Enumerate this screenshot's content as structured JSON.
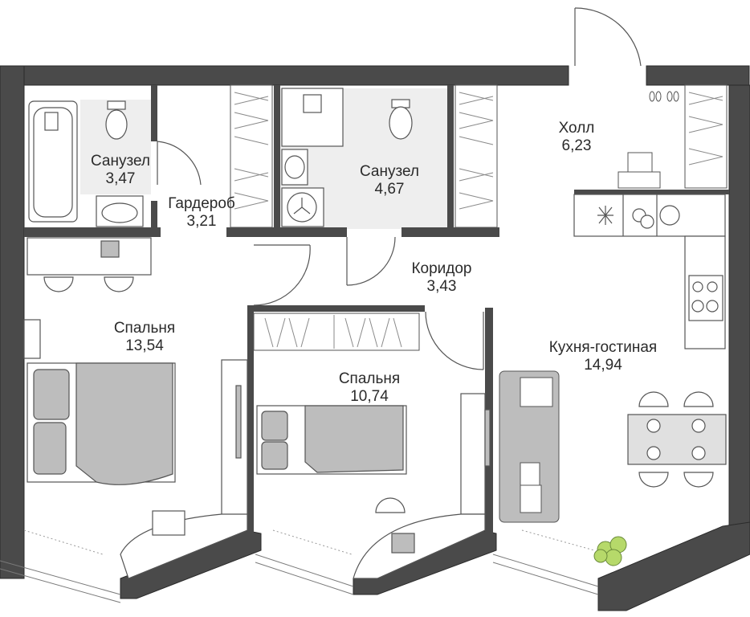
{
  "plan": {
    "colors": {
      "wall": "#4a4a4a",
      "wall_outline": "#2b2b2b",
      "furniture": "#bdbdbd",
      "bath_tile": "#eeeeee",
      "plant": "#b6d96a"
    },
    "rooms": [
      {
        "id": "bath1",
        "name": "Санузел",
        "area": "3,47"
      },
      {
        "id": "wardrobe",
        "name": "Гардероб",
        "area": "3,21"
      },
      {
        "id": "bath2",
        "name": "Санузел",
        "area": "4,67"
      },
      {
        "id": "hall",
        "name": "Холл",
        "area": "6,23"
      },
      {
        "id": "corridor",
        "name": "Коридор",
        "area": "3,43"
      },
      {
        "id": "bedroom1",
        "name": "Спальня",
        "area": "13,54"
      },
      {
        "id": "bedroom2",
        "name": "Спальня",
        "area": "10,74"
      },
      {
        "id": "kitchen",
        "name": "Кухня-гостиная",
        "area": "14,94"
      }
    ]
  }
}
